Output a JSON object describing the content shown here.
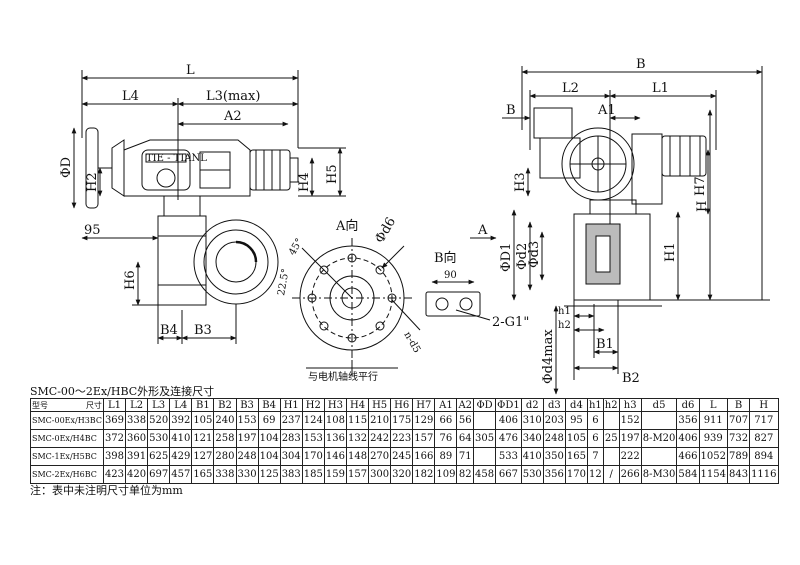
{
  "drawing": {
    "dims_main": {
      "L": "L",
      "L4": "L4",
      "L3": "L3(max)",
      "A2": "A2",
      "D": "ΦD",
      "H2": "H2",
      "H4": "H4",
      "H5": "H5",
      "n95": "95",
      "H6": "H6",
      "B4": "B4",
      "B3": "B3"
    },
    "nameplate": "TIE - TIANL",
    "view_a": {
      "title": "A向",
      "d6": "Φd6",
      "a45": "45°",
      "a225": "22.5°",
      "nd5": "n-d5",
      "note": "与电机轴线平行"
    },
    "view_b": {
      "title": "B向",
      "n90": "90",
      "g1": "2-G1\""
    },
    "dims_side": {
      "B": "B",
      "L2": "L2",
      "L1": "L1",
      "Bmark": "B",
      "A1": "A1",
      "H3": "H3",
      "H7": "H7",
      "A": "A",
      "D1": "ΦD1",
      "d2": "Φd2",
      "d3": "Φd3",
      "H1": "H1",
      "H": "H",
      "h1": "h1",
      "h2": "h2",
      "d4": "Φd4max",
      "B1": "B1",
      "B2": "B2"
    }
  },
  "table": {
    "caption": "SMC-00～2Ex/HBC外形及连接尺寸",
    "corner_top": "尺寸",
    "corner_bottom": "型号",
    "headers": [
      "L1",
      "L2",
      "L3",
      "L4",
      "B1",
      "B2",
      "B3",
      "B4",
      "H1",
      "H2",
      "H3",
      "H4",
      "H5",
      "H6",
      "H7",
      "A1",
      "A2",
      "ΦD",
      "ΦD1",
      "d2",
      "d3",
      "d4",
      "h1",
      "h2",
      "h3",
      "d5",
      "d6",
      "L",
      "B",
      "H"
    ],
    "rows": [
      {
        "model": "SMC-00Ex/H3BC",
        "cells": [
          "369",
          "338",
          "520",
          "392",
          "105",
          "240",
          "153",
          "69",
          "237",
          "124",
          "108",
          "115",
          "210",
          "175",
          "129",
          "66",
          "56",
          "",
          "406",
          "310",
          "203",
          "95",
          "6",
          "",
          "152",
          "",
          "356",
          "911",
          "707",
          "717"
        ]
      },
      {
        "model": "SMC-0Ex/H4BC",
        "cells": [
          "372",
          "360",
          "530",
          "410",
          "121",
          "258",
          "197",
          "104",
          "283",
          "153",
          "136",
          "132",
          "242",
          "223",
          "157",
          "76",
          "64",
          "305",
          "476",
          "340",
          "248",
          "105",
          "6",
          "25",
          "197",
          "8-M20",
          "406",
          "939",
          "732",
          "827"
        ]
      },
      {
        "model": "SMC-1Ex/H5BC",
        "cells": [
          "398",
          "391",
          "625",
          "429",
          "127",
          "280",
          "248",
          "104",
          "304",
          "170",
          "146",
          "148",
          "270",
          "245",
          "166",
          "89",
          "71",
          "",
          "533",
          "410",
          "350",
          "165",
          "7",
          "",
          "222",
          "",
          "466",
          "1052",
          "789",
          "894"
        ]
      },
      {
        "model": "SMC-2Ex/H6BC",
        "cells": [
          "423",
          "420",
          "697",
          "457",
          "165",
          "338",
          "330",
          "125",
          "383",
          "185",
          "159",
          "157",
          "300",
          "320",
          "182",
          "109",
          "82",
          "458",
          "667",
          "530",
          "356",
          "170",
          "12",
          "/",
          "266",
          "8-M30",
          "584",
          "1154",
          "843",
          "1116"
        ]
      }
    ],
    "note": "注：表中未注明尺寸单位为mm"
  }
}
